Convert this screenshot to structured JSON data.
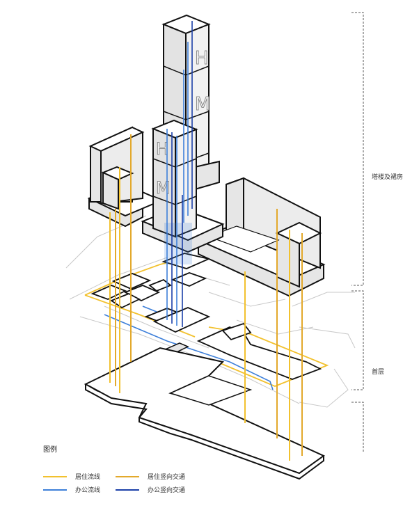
{
  "labels": {
    "tower": "塔楼及裙房",
    "ground": "首层"
  },
  "tower_letters": [
    "H",
    "M",
    "H",
    "M"
  ],
  "legend": {
    "title": "图例",
    "items": [
      {
        "label": "居住流线",
        "color": "#f2c12e"
      },
      {
        "label": "办公流线",
        "color": "#3d7fd9"
      },
      {
        "label": "居住竖向交通",
        "color": "#e3a92b"
      },
      {
        "label": "办公竖向交通",
        "color": "#1a3fa8"
      }
    ]
  },
  "colors": {
    "outline": "#111111",
    "roof": "#ffffff",
    "wall": "#e6e6e6",
    "road": "#bdbdbd",
    "residential": "#f2c12e",
    "office": "#3d7fd9",
    "office_core": "#1a3fa8",
    "residential_core": "#f0a35a"
  }
}
